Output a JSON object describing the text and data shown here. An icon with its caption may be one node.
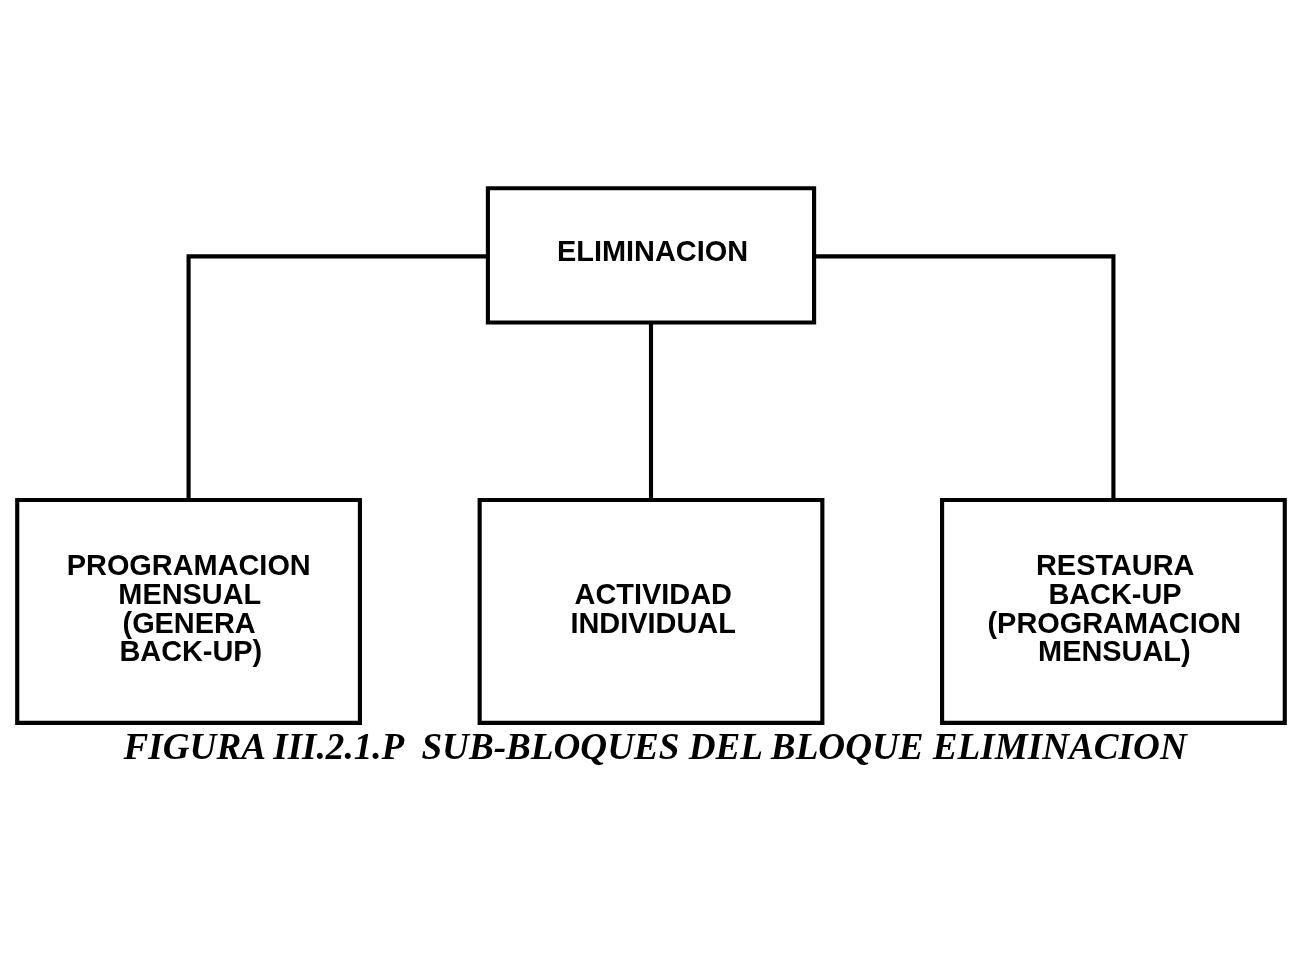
{
  "diagram": {
    "caption": "FIGURA III.2.1.P  SUB-BLOQUES DEL BLOQUE ELIMINACION",
    "nodes": [
      {
        "text": [
          "ELIMINACION"
        ]
      },
      {
        "text": [
          "PROGRAMACION MENSUAL (GENERA BACK-UP)"
        ]
      },
      {
        "text": [
          "ACTIVIDAD INDIVIDUAL"
        ]
      },
      {
        "text": [
          "RESTAURA BACK-UP (PROGRAMACION MENSUAL)"
        ]
      }
    ],
    "edges": [
      {
        "from": 0,
        "to": 1,
        "arrow": "none"
      },
      {
        "from": 0,
        "to": 2,
        "arrow": "none"
      },
      {
        "from": 0,
        "to": 3,
        "arrow": "none"
      }
    ]
  }
}
